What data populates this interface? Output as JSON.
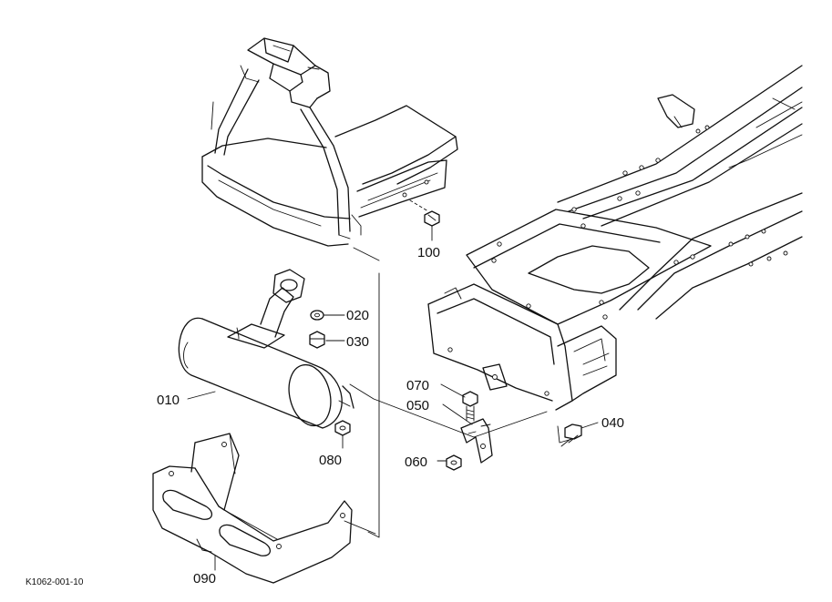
{
  "diagram": {
    "reference_code": "K1062-001-10",
    "parts": [
      {
        "id": "010",
        "label": "010",
        "name": "muffler"
      },
      {
        "id": "020",
        "label": "020",
        "name": "washer"
      },
      {
        "id": "030",
        "label": "030",
        "name": "nut"
      },
      {
        "id": "040",
        "label": "040",
        "name": "bolt"
      },
      {
        "id": "050",
        "label": "050",
        "name": "bracket"
      },
      {
        "id": "060",
        "label": "060",
        "name": "nut"
      },
      {
        "id": "070",
        "label": "070",
        "name": "bolt"
      },
      {
        "id": "080",
        "label": "080",
        "name": "nut"
      },
      {
        "id": "090",
        "label": "090",
        "name": "muffler-cover"
      },
      {
        "id": "100",
        "label": "100",
        "name": "bolt"
      }
    ]
  }
}
